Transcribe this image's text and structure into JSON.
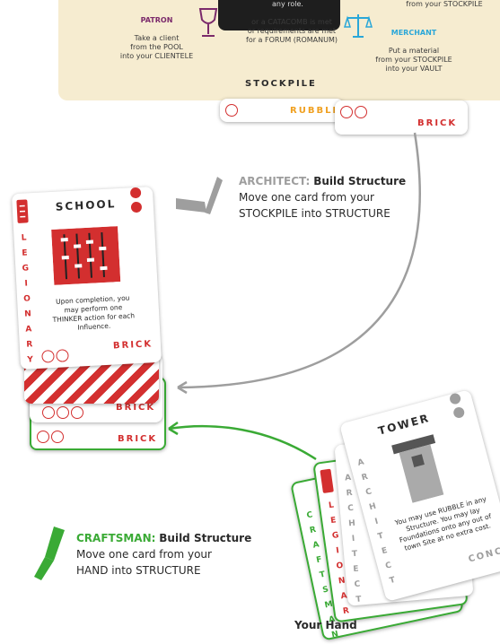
{
  "board": {
    "patron": {
      "title": "PATRON",
      "text": "Take a client\nfrom the POOL\ninto your CLIENTELE"
    },
    "dark_text": "any role.",
    "center_text": "or a CATACOMB is met\nor requirements are met\nfor a FORUM (ROMANUM)",
    "merchant": {
      "title": "MERCHANT",
      "text": "Put a material\nfrom your STOCKPILE\ninto your VAULT"
    },
    "top_right_text": "from your STOCKPILE",
    "stockpile_label": "STOCKPILE"
  },
  "stockpile_cards": [
    "RUBBLE",
    "BRICK"
  ],
  "architect": {
    "role": "ARCHITECT:",
    "action": "Build Structure",
    "line1": "Move one card from your",
    "line2": "STOCKPILE into STRUCTURE"
  },
  "craftsman": {
    "role": "CRAFTSMAN:",
    "action": "Build Structure",
    "line1": "Move one card from your",
    "line2": "HAND into STRUCTURE"
  },
  "structure": {
    "title": "SCHOOL",
    "side_role": "LEGIONARY",
    "ability": "Upon completion, you may perform one THINKER action for each Influence.",
    "material_labels": [
      "BRICK",
      "BRICK",
      "BRICK"
    ]
  },
  "hand": {
    "label": "Your Hand",
    "tower_title": "TOWER",
    "tower_text": "You may use RUBBLE in any Structure. You may lay Foundations onto any out of town Site at no extra cost.",
    "tower_material": "CONCR",
    "role_strips": [
      "CRAFTSMAN",
      "LEGIONARY",
      "ARCHITECT",
      "ARCHITECT"
    ]
  },
  "colors": {
    "board": "#f6ecd0",
    "red": "#d32f2f",
    "green": "#3aaa35",
    "gray": "#9e9e9e",
    "merchant_blue": "#2aa7d8",
    "patron_purple": "#7b2a6b",
    "rubble_orange": "#f0a020"
  }
}
